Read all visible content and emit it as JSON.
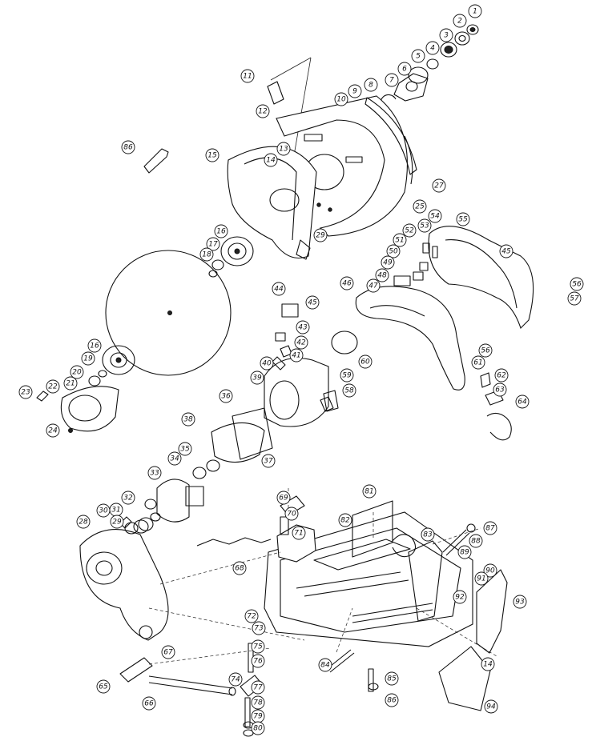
{
  "diagram": {
    "type": "exploded-parts-view",
    "callouts": [
      {
        "label": "1"
      },
      {
        "label": "2"
      },
      {
        "label": "3"
      },
      {
        "label": "4"
      },
      {
        "label": "5"
      },
      {
        "label": "6"
      },
      {
        "label": "7"
      },
      {
        "label": "8"
      },
      {
        "label": "9"
      },
      {
        "label": "10"
      },
      {
        "label": "11"
      },
      {
        "label": "12"
      },
      {
        "label": "13"
      },
      {
        "label": "14"
      },
      {
        "label": "15"
      },
      {
        "label": "16"
      },
      {
        "label": "17"
      },
      {
        "label": "18"
      },
      {
        "label": "86"
      },
      {
        "label": "27"
      },
      {
        "label": "25"
      },
      {
        "label": "29"
      },
      {
        "label": "55"
      },
      {
        "label": "54"
      },
      {
        "label": "53"
      },
      {
        "label": "52"
      },
      {
        "label": "51"
      },
      {
        "label": "50"
      },
      {
        "label": "49"
      },
      {
        "label": "48"
      },
      {
        "label": "47"
      },
      {
        "label": "46"
      },
      {
        "label": "45"
      },
      {
        "label": "56"
      },
      {
        "label": "57"
      },
      {
        "label": "44"
      },
      {
        "label": "45"
      },
      {
        "label": "43"
      },
      {
        "label": "42"
      },
      {
        "label": "41"
      },
      {
        "label": "40"
      },
      {
        "label": "39"
      },
      {
        "label": "59"
      },
      {
        "label": "60"
      },
      {
        "label": "56"
      },
      {
        "label": "58"
      },
      {
        "label": "61"
      },
      {
        "label": "62"
      },
      {
        "label": "63"
      },
      {
        "label": "64"
      },
      {
        "label": "16"
      },
      {
        "label": "19"
      },
      {
        "label": "20"
      },
      {
        "label": "21"
      },
      {
        "label": "22"
      },
      {
        "label": "23"
      },
      {
        "label": "24"
      },
      {
        "label": "36"
      },
      {
        "label": "38"
      },
      {
        "label": "37"
      },
      {
        "label": "35"
      },
      {
        "label": "34"
      },
      {
        "label": "33"
      },
      {
        "label": "32"
      },
      {
        "label": "31"
      },
      {
        "label": "30"
      },
      {
        "label": "29"
      },
      {
        "label": "28"
      },
      {
        "label": "68"
      },
      {
        "label": "69"
      },
      {
        "label": "70"
      },
      {
        "label": "71"
      },
      {
        "label": "81"
      },
      {
        "label": "82"
      },
      {
        "label": "83"
      },
      {
        "label": "87"
      },
      {
        "label": "88"
      },
      {
        "label": "89"
      },
      {
        "label": "90"
      },
      {
        "label": "91"
      },
      {
        "label": "92"
      },
      {
        "label": "93"
      },
      {
        "label": "72"
      },
      {
        "label": "73"
      },
      {
        "label": "67"
      },
      {
        "label": "75"
      },
      {
        "label": "76"
      },
      {
        "label": "74"
      },
      {
        "label": "65"
      },
      {
        "label": "66"
      },
      {
        "label": "77"
      },
      {
        "label": "78"
      },
      {
        "label": "79"
      },
      {
        "label": "80"
      },
      {
        "label": "84"
      },
      {
        "label": "85"
      },
      {
        "label": "86"
      },
      {
        "label": "14"
      },
      {
        "label": "94"
      }
    ]
  }
}
